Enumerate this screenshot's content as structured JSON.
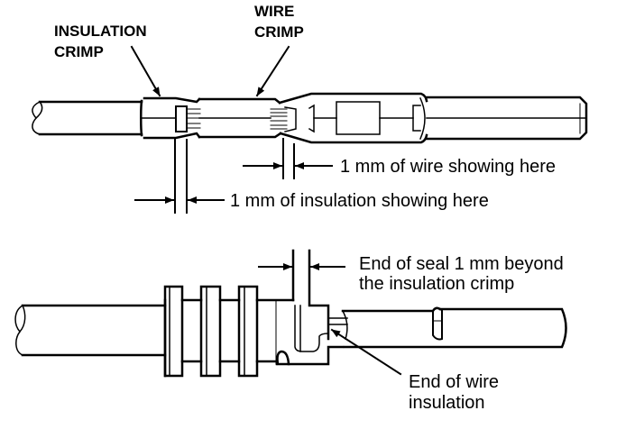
{
  "figure": {
    "top_diagram": {
      "labels": {
        "insulation_crimp": [
          "INSULATION",
          "CRIMP"
        ],
        "wire_crimp": [
          "WIRE",
          "CRIMP"
        ],
        "wire_showing": "1 mm of wire showing here",
        "insulation_showing": "1 mm of insulation showing here"
      }
    },
    "bottom_diagram": {
      "labels": {
        "seal_end": [
          "End of seal 1 mm beyond",
          "the insulation crimp"
        ],
        "wire_insulation_end": [
          "End of wire",
          "insulation"
        ]
      }
    },
    "colors": {
      "line": "#000000",
      "background": "#ffffff"
    }
  }
}
